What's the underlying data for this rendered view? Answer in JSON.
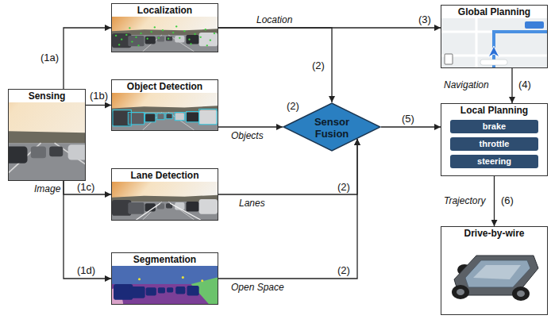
{
  "diagram": {
    "nodes": [
      {
        "text": [
          "Sensing"
        ]
      },
      {
        "text": [
          "Localization"
        ]
      },
      {
        "text": [
          "Object Detection"
        ]
      },
      {
        "text": [
          "Lane Detection"
        ]
      },
      {
        "text": [
          "Segmentation"
        ]
      },
      {
        "text": [
          "Sensor Fusion"
        ]
      },
      {
        "text": [
          "Global Planning"
        ]
      },
      {
        "text": [
          "Local Planning"
        ]
      },
      {
        "text": [
          "brake"
        ],
        "in": 7
      },
      {
        "text": [
          "throttle"
        ],
        "in": 7
      },
      {
        "text": [
          "steering"
        ],
        "in": 7
      },
      {
        "text": [
          "Drive-by-wire"
        ]
      }
    ],
    "edges": [
      {
        "from": 0,
        "to": 1,
        "arrow": "to",
        "label": "(1a)"
      },
      {
        "from": 0,
        "to": 2,
        "arrow": "to",
        "label": "(1b)"
      },
      {
        "from": 0,
        "to": 3,
        "arrow": "to",
        "label": "(1c)"
      },
      {
        "from": 0,
        "to": 4,
        "arrow": "to",
        "label": "(1d)"
      },
      {
        "from": 1,
        "to": 6,
        "arrow": "to",
        "label": "Location"
      },
      {
        "from": 1,
        "to": 5,
        "arrow": "to",
        "label": "(2)"
      },
      {
        "from": 2,
        "to": 5,
        "arrow": "to",
        "label": "Objects"
      },
      {
        "from": 3,
        "to": 5,
        "arrow": "to",
        "label": "Lanes"
      },
      {
        "from": 4,
        "to": 5,
        "arrow": "to",
        "label": "Open Space"
      },
      {
        "from": 6,
        "to": 7,
        "arrow": "to",
        "label": "Navigation"
      },
      {
        "from": 5,
        "to": 7,
        "arrow": "to",
        "label": "(5)"
      },
      {
        "from": 7,
        "to": 11,
        "arrow": "to",
        "label": "Trajectory"
      }
    ],
    "labels": [
      "Image",
      "(3)",
      "(2)",
      "(2)",
      "(2)",
      "(4)",
      "(6)"
    ]
  }
}
